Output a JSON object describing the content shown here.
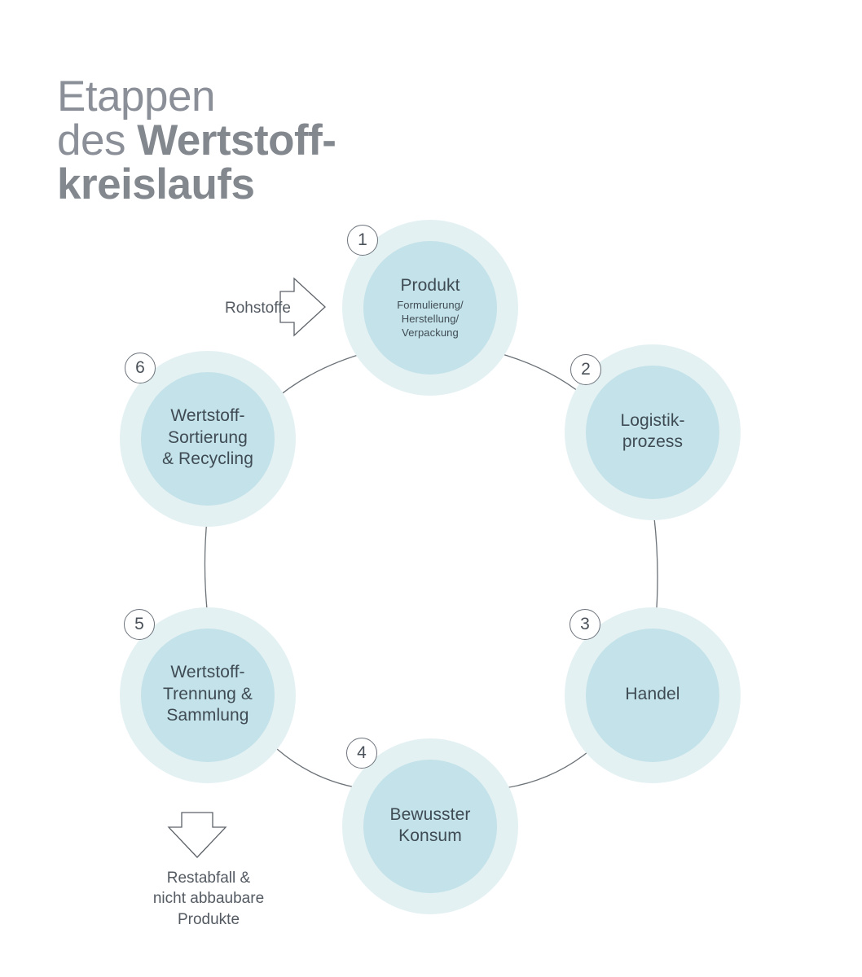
{
  "title": {
    "line1": "Etappen",
    "line2_light": "des ",
    "line2_bold": "Wertstoff-",
    "line3_bold": "kreislaufs"
  },
  "inflow": {
    "label": "Rohstoffe",
    "icon": "arrow-right-icon"
  },
  "outflow": {
    "label": "Restabfall &\nnicht abbaubare\nProdukte",
    "icon": "arrow-down-icon"
  },
  "cycle": {
    "nodes": [
      {
        "number": "1",
        "title": "Produkt",
        "subtitle": "Formulierung/\nHerstellung/\nVerpackung"
      },
      {
        "number": "2",
        "title": "Logistik-\nprozess",
        "subtitle": ""
      },
      {
        "number": "3",
        "title": "Handel",
        "subtitle": ""
      },
      {
        "number": "4",
        "title": "Bewusster\nKonsum",
        "subtitle": ""
      },
      {
        "number": "5",
        "title": "Wertstoff-\nTrennung &\nSammlung",
        "subtitle": ""
      },
      {
        "number": "6",
        "title": "Wertstoff-\nSortierung\n& Recycling",
        "subtitle": ""
      }
    ]
  },
  "colors": {
    "node_halo": "#e4f1f3",
    "node_inner": "#c4e2e9",
    "text_dark": "#3f4b54",
    "title_gray": "#8a8f98",
    "line_gray": "#6d747c",
    "background": "#ffffff"
  }
}
